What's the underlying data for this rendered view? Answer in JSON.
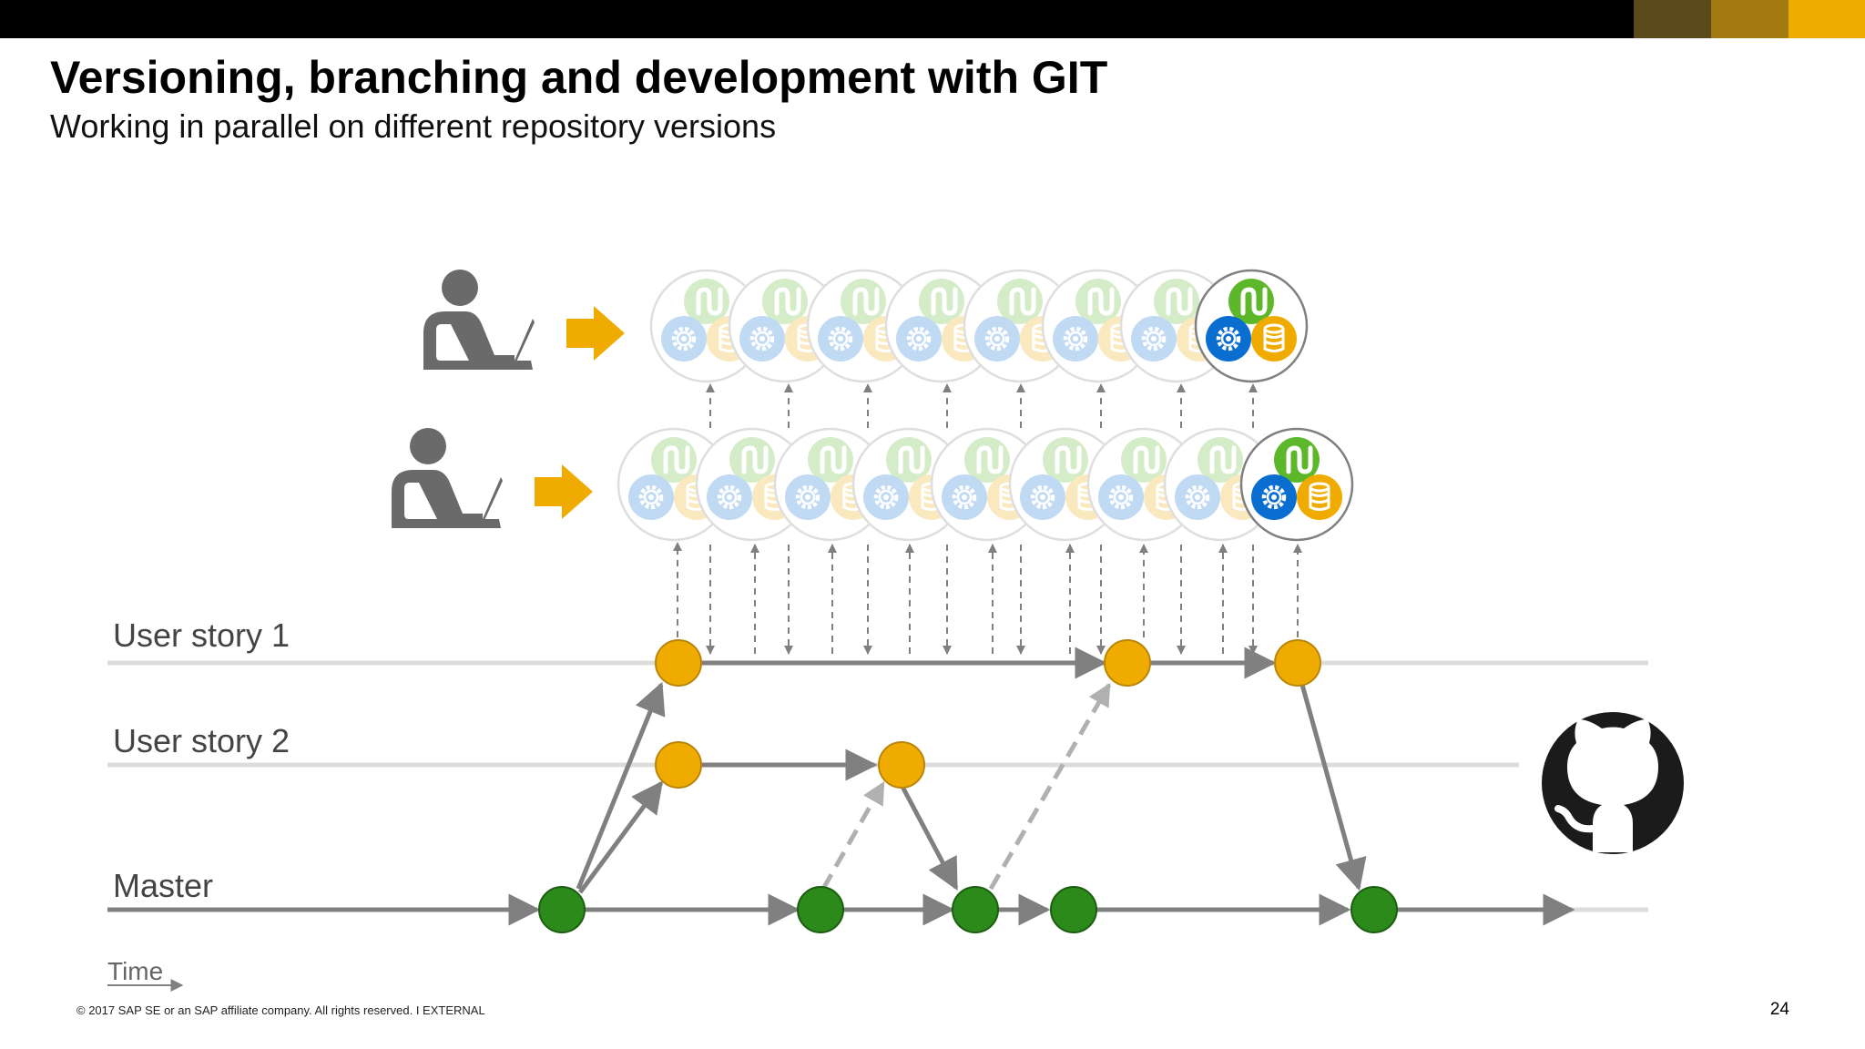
{
  "colors": {
    "header_bar": "#000000",
    "corner_accent_1": "#5b4a1c",
    "corner_accent_2": "#a37a10",
    "corner_accent_3": "#efab00",
    "commit_yellow": "#f0ab00",
    "commit_green": "#2b8a1a",
    "line_gray": "#808080",
    "icon_green": "#5cb82a",
    "icon_blue": "#0a6ed1",
    "icon_gold": "#efab00",
    "person_gray": "#6a6a6a"
  },
  "slide": {
    "title": "Versioning, branching and development with GIT",
    "subtitle": "Working in parallel on different repository versions",
    "footer": "© 2017 SAP SE or an SAP affiliate company. All rights reserved.   I   EXTERNAL",
    "page_number": "24"
  },
  "lanes": {
    "user_story_1": "User story 1",
    "user_story_2": "User story 2",
    "master": "Master"
  },
  "time_label": "Time",
  "icons": {
    "developer_1": "developer-at-laptop-icon",
    "developer_2": "developer-at-laptop-icon",
    "repository_version": "repository-version-bundle-icon",
    "github": "github-octocat-icon"
  }
}
